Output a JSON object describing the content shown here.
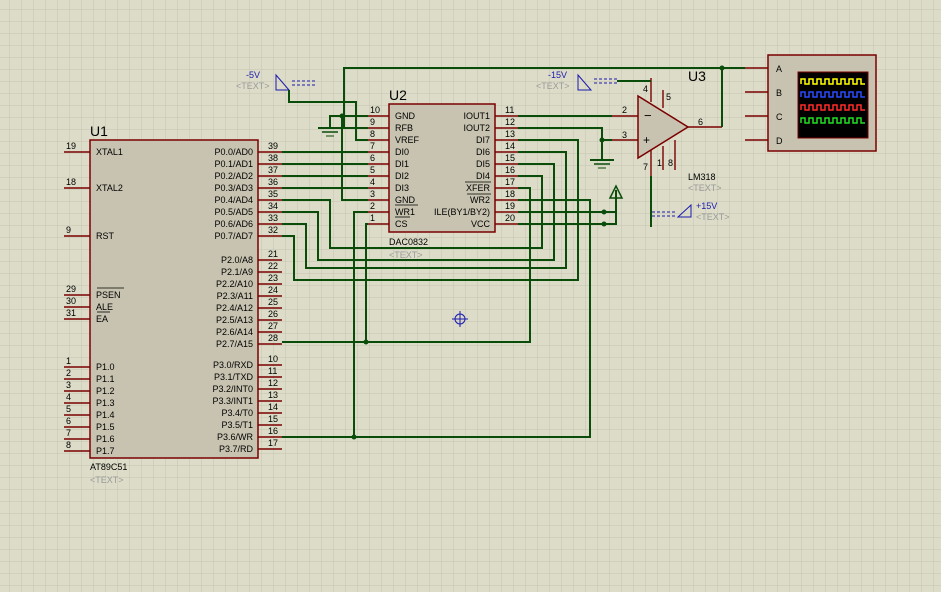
{
  "u1": {
    "ref": "U1",
    "value": "AT89C51",
    "text": "<TEXT>",
    "left_pins": [
      {
        "num": "19",
        "label": "XTAL1"
      },
      {
        "num": "18",
        "label": "XTAL2"
      },
      {
        "num": "9",
        "label": "RST"
      },
      {
        "num": "29",
        "label": "PSEN"
      },
      {
        "num": "30",
        "label": "ALE"
      },
      {
        "num": "31",
        "label": "EA"
      },
      {
        "num": "1",
        "label": "P1.0"
      },
      {
        "num": "2",
        "label": "P1.1"
      },
      {
        "num": "3",
        "label": "P1.2"
      },
      {
        "num": "4",
        "label": "P1.3"
      },
      {
        "num": "5",
        "label": "P1.4"
      },
      {
        "num": "6",
        "label": "P1.5"
      },
      {
        "num": "7",
        "label": "P1.6"
      },
      {
        "num": "8",
        "label": "P1.7"
      }
    ],
    "right_pins": [
      {
        "num": "39",
        "label": "P0.0/AD0"
      },
      {
        "num": "38",
        "label": "P0.1/AD1"
      },
      {
        "num": "37",
        "label": "P0.2/AD2"
      },
      {
        "num": "36",
        "label": "P0.3/AD3"
      },
      {
        "num": "35",
        "label": "P0.4/AD4"
      },
      {
        "num": "34",
        "label": "P0.5/AD5"
      },
      {
        "num": "33",
        "label": "P0.6/AD6"
      },
      {
        "num": "32",
        "label": "P0.7/AD7"
      },
      {
        "num": "21",
        "label": "P2.0/A8"
      },
      {
        "num": "22",
        "label": "P2.1/A9"
      },
      {
        "num": "23",
        "label": "P2.2/A10"
      },
      {
        "num": "24",
        "label": "P2.3/A11"
      },
      {
        "num": "25",
        "label": "P2.4/A12"
      },
      {
        "num": "26",
        "label": "P2.5/A13"
      },
      {
        "num": "27",
        "label": "P2.6/A14"
      },
      {
        "num": "28",
        "label": "P2.7/A15"
      },
      {
        "num": "10",
        "label": "P3.0/RXD"
      },
      {
        "num": "11",
        "label": "P3.1/TXD"
      },
      {
        "num": "12",
        "label": "P3.2/INT0"
      },
      {
        "num": "13",
        "label": "P3.3/INT1"
      },
      {
        "num": "14",
        "label": "P3.4/T0"
      },
      {
        "num": "15",
        "label": "P3.5/T1"
      },
      {
        "num": "16",
        "label": "P3.6/WR"
      },
      {
        "num": "17",
        "label": "P3.7/RD"
      }
    ]
  },
  "u2": {
    "ref": "U2",
    "value": "DAC0832",
    "text": "<TEXT>",
    "left_pins": [
      {
        "num": "10",
        "label": "GND"
      },
      {
        "num": "9",
        "label": "RFB"
      },
      {
        "num": "8",
        "label": "VREF"
      },
      {
        "num": "7",
        "label": "DI0"
      },
      {
        "num": "6",
        "label": "DI1"
      },
      {
        "num": "5",
        "label": "DI2"
      },
      {
        "num": "4",
        "label": "DI3"
      },
      {
        "num": "3",
        "label": "GND"
      },
      {
        "num": "2",
        "label": "WR1"
      },
      {
        "num": "1",
        "label": "CS"
      }
    ],
    "right_pins": [
      {
        "num": "11",
        "label": "IOUT1"
      },
      {
        "num": "12",
        "label": "IOUT2"
      },
      {
        "num": "13",
        "label": "DI7"
      },
      {
        "num": "14",
        "label": "DI6"
      },
      {
        "num": "15",
        "label": "DI5"
      },
      {
        "num": "16",
        "label": "DI4"
      },
      {
        "num": "17",
        "label": "XFER"
      },
      {
        "num": "18",
        "label": "WR2"
      },
      {
        "num": "19",
        "label": "ILE(BY1/BY2)"
      },
      {
        "num": "20",
        "label": "VCC"
      }
    ]
  },
  "u3": {
    "ref": "U3",
    "value": "LM318",
    "text": "<TEXT>",
    "pins": {
      "inv": "2",
      "noninv": "3",
      "out": "6",
      "vplus": "7",
      "vminus": "4",
      "p1": "1",
      "p8": "8",
      "p5": "5"
    },
    "minus_sign": "−",
    "plus_sign": "+"
  },
  "rails": {
    "neg5": {
      "label": "-5V",
      "text": "<TEXT>"
    },
    "neg15": {
      "label": "-15V",
      "text": "<TEXT>"
    },
    "pos15": {
      "label": "+15V",
      "text": "<TEXT>"
    }
  },
  "scope": {
    "channels": [
      "A",
      "B",
      "C",
      "D"
    ],
    "trace_colors": [
      "#ffff00",
      "#2a4bff",
      "#ff2a2a",
      "#22dd22"
    ]
  }
}
